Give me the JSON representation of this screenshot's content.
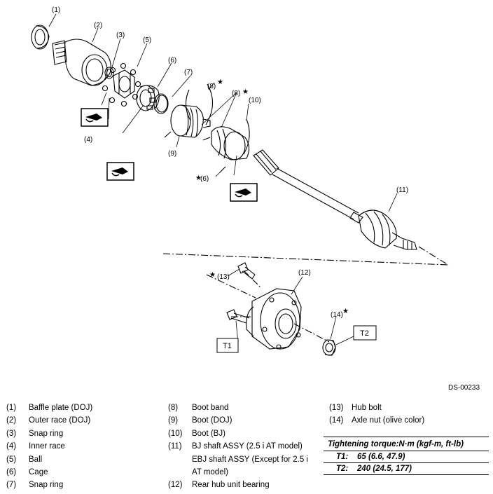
{
  "diagram": {
    "doc_code": "DS-00233",
    "callouts": [
      "(1)",
      "(2)",
      "(3)",
      "(4)",
      "(5)",
      "(6)",
      "(7)",
      "(8)",
      "(8)",
      "(9)",
      "(10)",
      "(6)",
      "(11)",
      "(12)",
      "(13)",
      "(14)"
    ],
    "star": "★",
    "torque_boxes": [
      "T1",
      "T2"
    ],
    "grease_icon": "grease-application-icon"
  },
  "legend": {
    "col1": [
      {
        "num": "(1)",
        "text": "Baffle plate (DOJ)"
      },
      {
        "num": "(2)",
        "text": "Outer race (DOJ)"
      },
      {
        "num": "(3)",
        "text": "Snap ring"
      },
      {
        "num": "(4)",
        "text": "Inner race"
      },
      {
        "num": "(5)",
        "text": "Ball"
      },
      {
        "num": "(6)",
        "text": "Cage"
      },
      {
        "num": "(7)",
        "text": "Snap ring"
      }
    ],
    "col2": [
      {
        "num": "(8)",
        "text": "Boot band"
      },
      {
        "num": "(9)",
        "text": "Boot (DOJ)"
      },
      {
        "num": "(10)",
        "text": "Boot (BJ)"
      },
      {
        "num": "(11)",
        "text": "BJ shaft ASSY (2.5 i AT model) EBJ shaft ASSY (Except for 2.5 i AT model)"
      },
      {
        "num": "(12)",
        "text": "Rear hub unit bearing"
      }
    ],
    "col3": [
      {
        "num": "(13)",
        "text": "Hub bolt"
      },
      {
        "num": "(14)",
        "text": "Axle nut (olive color)"
      }
    ]
  },
  "torque": {
    "heading": "Tightening torque:N·m (kgf-m, ft-lb)",
    "rows": [
      {
        "label": "T1:",
        "value": "65 (6.6, 47.9)"
      },
      {
        "label": "T2:",
        "value": "240 (24.5, 177)"
      }
    ]
  }
}
